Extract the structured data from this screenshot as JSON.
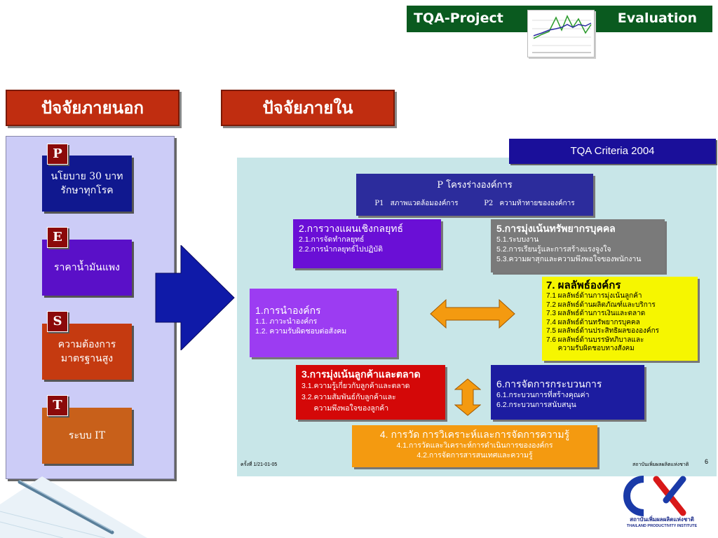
{
  "header": {
    "left_label": "TQA-Project",
    "right_label": "Evaluation"
  },
  "sections": {
    "outer_title": "ปัจจัยภายนอก",
    "inner_title": "ปัจจัยภายใน"
  },
  "pest": [
    {
      "letter": "P",
      "lines": [
        "นโยบาย 30 บาท",
        "รักษาทุกโรค"
      ],
      "color": "#10188f"
    },
    {
      "letter": "E",
      "lines": [
        "ราคาน้ำมันแพง"
      ],
      "color": "#5a10c8"
    },
    {
      "letter": "S",
      "lines": [
        "ความต้องการ",
        "มาตรฐานสูง"
      ],
      "color": "#c53a10"
    },
    {
      "letter": "T",
      "lines": [
        "ระบบ   IT"
      ],
      "color": "#c8601a"
    }
  ],
  "criteria": {
    "title": "TQA  Criteria 2004",
    "org_profile": {
      "title": "P  โครงร่างองค์การ",
      "p1": "P1 สภาพแวดล้อมองค์การ",
      "p2": "P2 ความท้าทายขององค์การ"
    },
    "strategy": {
      "title": "2.การวางแผนเชิงกลยุทธ์",
      "items": [
        "2.1.การจัดทำกลยุทธ์",
        "2.2.การนำกลยุทธ์ไปปฏิบัติ"
      ]
    },
    "hr": {
      "title": "5.การมุ่งเน้นทรัพยากรบุคคล",
      "items": [
        "5.1.ระบบงาน",
        "5.2.การเรียนรู้และการสร้างแรงจูงใจ",
        "5.3.ความผาสุกและความพึงพอใจของพนักงาน"
      ]
    },
    "leadership": {
      "title": "1.การนำองค์กร",
      "items": [
        "1.1. ภาวะนำองค์กร",
        "1.2. ความรับผิดชอบต่อสังคม"
      ]
    },
    "results": {
      "title": "7. ผลลัพธ์องค์กร",
      "items": [
        "7.1 ผลลัพธ์ด้านการมุ่งเน้นลูกค้า",
        "7.2 ผลลัพธ์ด้านผลิตภัณฑ์และบริการ",
        "7.3 ผลลัพธ์ด้านการเงินและตลาด",
        "7.4 ผลลัพธ์ด้านทรัพยากรบุคคล",
        "7.5 ผลลัพธ์ด้านประสิทธิผลขององค์กร",
        "7.6 ผลลัพธ์ด้านบรรษัทภิบาลและ",
        "      ความรับผิดชอบทางสังคม"
      ]
    },
    "customer": {
      "title": "3.การมุ่งเน้นลูกค้าและตลาด",
      "items": [
        "3.1.ความรู้เกี่ยวกับลูกค้าและตลาด",
        "3.2.ความสัมพันธ์กับลูกค้าและ",
        "      ความพึงพอใจของลูกค้า"
      ]
    },
    "process": {
      "title": "6.การจัดการกระบวนการ",
      "items": [
        "6.1.กระบวนการที่สร้างคุณค่า",
        "6.2.กระบวนการสนับสนุน"
      ]
    },
    "measurement": {
      "title": "4. การวัด การวิเคราะห์และการจัดการความรู้",
      "items": [
        "4.1.การวัดและวิเคราะห์การดำเนินการขององค์กร",
        "4.2.การจัดการสารสนเทศและความรู้"
      ]
    },
    "footer_left": "ครั้งที่ 1/21-01-05",
    "footer_right": "สถาบันเพิ่มผลผลิตแห่งชาติ",
    "page_number": "6"
  },
  "logo": {
    "line1": "สถาบันเพิ่มผลผลิตแห่งชาติ",
    "line2": "THAILAND PRODUCTIVITY INSTITUTE"
  },
  "colors": {
    "header_bg": "#0a5a1f",
    "section_title_bg": "#c02d10",
    "criteria_bg": "#c8e6e8"
  }
}
